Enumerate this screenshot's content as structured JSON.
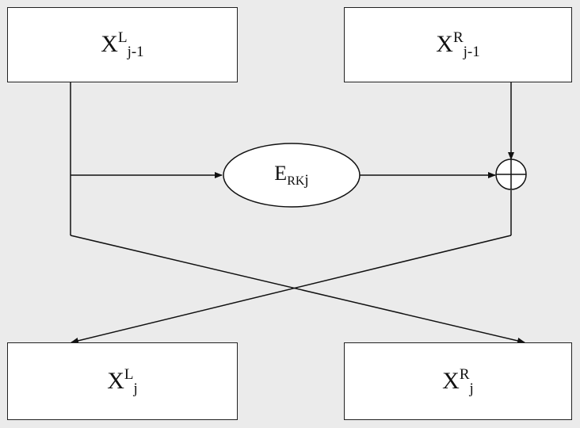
{
  "blocks": {
    "top_left": {
      "base": "X",
      "sup": "L",
      "sub": "j-1"
    },
    "top_right": {
      "base": "X",
      "sup": "R",
      "sub": "j-1"
    },
    "bottom_left": {
      "base": "X",
      "sup": "L",
      "sub": "j"
    },
    "bottom_right": {
      "base": "X",
      "sup": "R",
      "sub": "j"
    }
  },
  "function": {
    "base": "E",
    "sub": "RK",
    "sub_index": "j"
  },
  "operator": {
    "symbol": "xor-circle"
  },
  "colors": {
    "background": "#ebebeb",
    "box_fill": "#ffffff",
    "line": "#111111"
  }
}
